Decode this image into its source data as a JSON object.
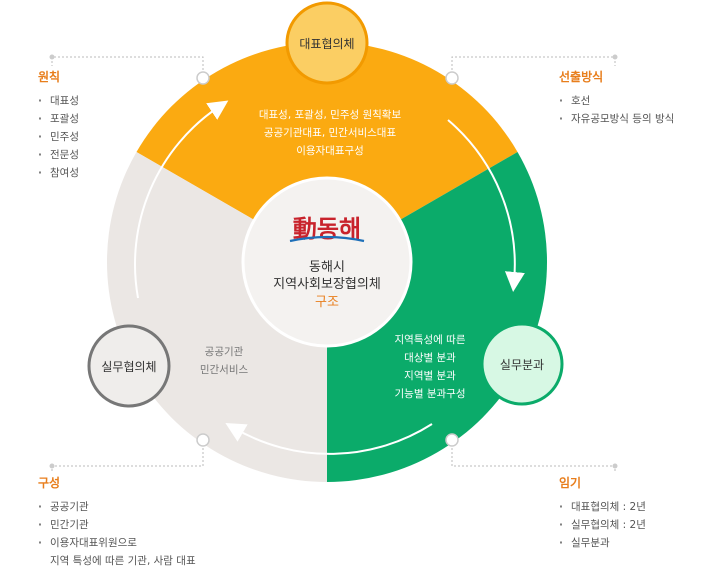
{
  "nodes": {
    "top": "대표협의체",
    "right": "실무분과",
    "left": "실무협의체"
  },
  "center": {
    "logo_text": "動동해",
    "line1": "동해시",
    "line2": "지역사회보장협의체",
    "line3": "구조"
  },
  "sectors": {
    "orange": [
      "대표성, 포괄성, 민주성 원칙확보",
      "공공기관대표, 민간서비스대표",
      "이용자대표구성"
    ],
    "green": [
      "지역특성에 따른",
      "대상별 분과",
      "지역별 분과",
      "기능별 분과구성"
    ],
    "gray": [
      "공공기관",
      "민간서비스"
    ]
  },
  "panels": {
    "principles": {
      "title": "원칙",
      "items": [
        "대표성",
        "포괄성",
        "민주성",
        "전문성",
        "참여성"
      ]
    },
    "selection": {
      "title": "선출방식",
      "items": [
        "호선",
        "자유공모방식 등의 방식"
      ]
    },
    "composition": {
      "title": "구성",
      "items": [
        "공공기관",
        "민간기관",
        "이용자대표위원으로",
        "지역 특성에 따른 기관, 사람 대표"
      ]
    },
    "term": {
      "title": "임기",
      "items": [
        "대표협의체 : 2년",
        "실무협의체 : 2년",
        "실무분과"
      ]
    }
  },
  "colors": {
    "orange": "#fbaa11",
    "green": "#0bab6a",
    "gray": "#ebe7e4",
    "accent": "#e87e1c",
    "top_node": "#fbce63",
    "right_node": "#d7f8e4",
    "left_node": "#efedeb"
  }
}
